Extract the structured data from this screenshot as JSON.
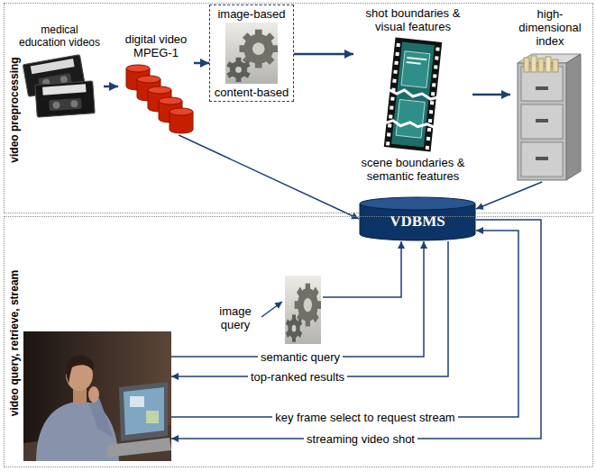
{
  "diagram": {
    "nodes": [
      {
        "text": [
          "video preprocessing"
        ]
      },
      {
        "text": [
          "medical education videos"
        ],
        "in": 0
      },
      {
        "text": [
          "digital video MPEG-1"
        ],
        "in": 0
      },
      {
        "text": [
          "image-based",
          "content-based"
        ],
        "in": 0
      },
      {
        "text": [
          "shot boundaries & visual features",
          "scene boundaries & semantic features"
        ],
        "in": 0
      },
      {
        "text": [
          "high-dimensional index"
        ],
        "in": 0
      },
      {
        "text": [
          "VDBMS"
        ]
      },
      {
        "text": [
          "video query, retrieve, stream"
        ]
      },
      {
        "text": [
          "image query"
        ],
        "in": 7
      },
      {
        "text": [],
        "in": 7
      }
    ],
    "edges": [
      {
        "from": 1,
        "to": 2,
        "arrow": "to"
      },
      {
        "from": 2,
        "to": 3,
        "arrow": "to"
      },
      {
        "from": 3,
        "to": 4,
        "arrow": "to"
      },
      {
        "from": 4,
        "to": 5,
        "arrow": "to"
      },
      {
        "from": 2,
        "to": 6,
        "arrow": "to"
      },
      {
        "from": 5,
        "to": 6,
        "arrow": "to"
      },
      {
        "from": 8,
        "to": 6,
        "arrow": "to"
      },
      {
        "from": 9,
        "to": 6,
        "label": "semantic query",
        "arrow": "to"
      },
      {
        "from": 6,
        "to": 9,
        "label": "top-ranked results",
        "arrow": "to"
      },
      {
        "from": 9,
        "to": 6,
        "label": "key frame select to request stream",
        "arrow": "to"
      },
      {
        "from": 6,
        "to": 9,
        "label": "streaming video shot",
        "arrow": "to"
      }
    ]
  }
}
